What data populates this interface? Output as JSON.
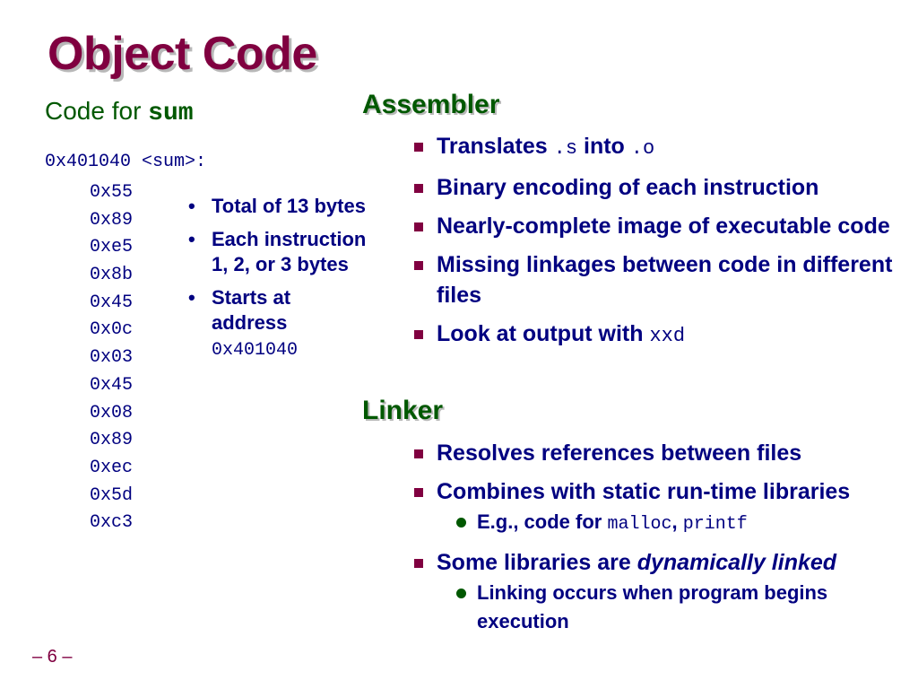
{
  "slide": {
    "title": "Object Code",
    "left": {
      "heading_prefix": "Code for ",
      "heading_code": "sum",
      "code_header": "0x401040 <sum>:",
      "bytes": [
        "0x55",
        "0x89",
        "0xe5",
        "0x8b",
        "0x45",
        "0x0c",
        "0x03",
        "0x45",
        "0x08",
        "0x89",
        "0xec",
        "0x5d",
        "0xc3"
      ],
      "notes": [
        {
          "text": "Total of 13 bytes"
        },
        {
          "text": "Each instruction 1, 2, or 3 bytes"
        },
        {
          "text": "Starts at address ",
          "code": "0x401040"
        }
      ]
    },
    "assembler": {
      "title": "Assembler",
      "items": [
        {
          "pre": "Translates ",
          "code1": ".s",
          "mid": " into ",
          "code2": ".o"
        },
        {
          "text": "Binary encoding of each instruction"
        },
        {
          "text": "Nearly-complete image of executable code"
        },
        {
          "text": "Missing linkages between code in different files"
        },
        {
          "pre": "Look at output with ",
          "code": "xxd"
        }
      ]
    },
    "linker": {
      "title": "Linker",
      "items": [
        {
          "text": "Resolves references between files"
        },
        {
          "text": "Combines with static run-time libraries",
          "sub": {
            "pre": "E.g., code for ",
            "code1": "malloc",
            "sep": ", ",
            "code2": "printf"
          }
        },
        {
          "pre": "Some libraries are ",
          "em": "dynamically linked",
          "sub": {
            "text": "Linking occurs when program begins execution"
          }
        }
      ]
    },
    "page_number": "– 6 –"
  }
}
